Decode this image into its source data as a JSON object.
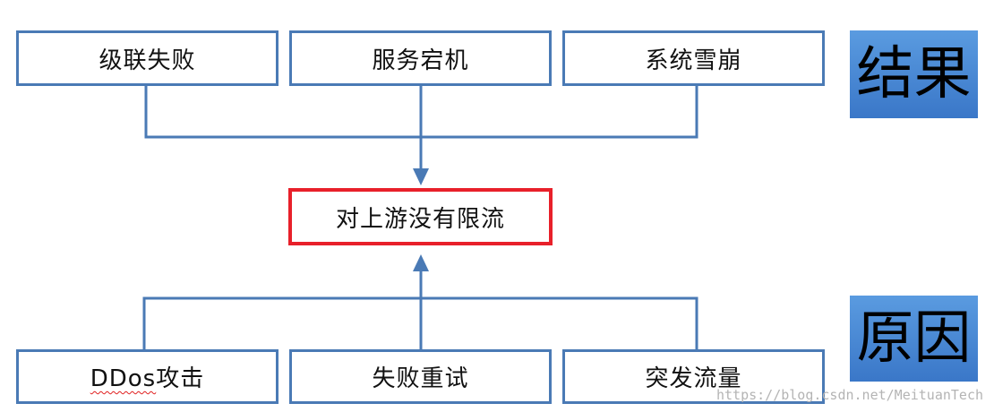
{
  "results": {
    "label": "结果",
    "items": [
      "级联失败",
      "服务宕机",
      "系统雪崩"
    ]
  },
  "center": {
    "label": "对上游没有限流"
  },
  "causes": {
    "label": "原因",
    "items": [
      {
        "squiggle": "DDos",
        "text": "攻击"
      },
      {
        "squiggle": "",
        "text": "失败重试"
      },
      {
        "squiggle": "",
        "text": "突发流量"
      }
    ]
  },
  "watermark": "https://blog.csdn.net/MeituanTech",
  "colors": {
    "box_border": "#4a7ab5",
    "center_border": "#e8202a",
    "connector": "#4a7ab5",
    "tag_fill": "#4a88d4"
  }
}
